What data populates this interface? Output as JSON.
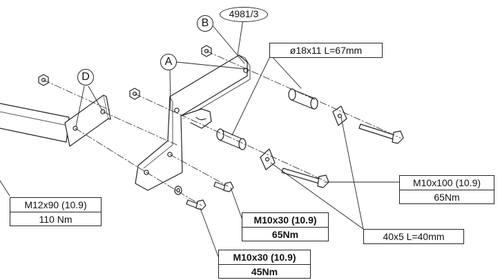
{
  "part_number": "4981/3",
  "callouts": {
    "a": "A",
    "b": "B",
    "d": "D"
  },
  "labels": {
    "spacer": "ø18x11 L=67mm",
    "plate": "40x5 L=40mm",
    "bolt_m12x90": {
      "spec": "M12x90 (10.9)",
      "torque": "110 Nm"
    },
    "bolt_m10x100": {
      "spec": "M10x100 (10.9)",
      "torque": "65Nm"
    },
    "bolt_m10x30_65": {
      "spec": "M10x30 (10.9)",
      "torque": "65Nm"
    },
    "bolt_m10x30_45": {
      "spec": "M10x30 (10.9)",
      "torque": "45Nm"
    }
  }
}
